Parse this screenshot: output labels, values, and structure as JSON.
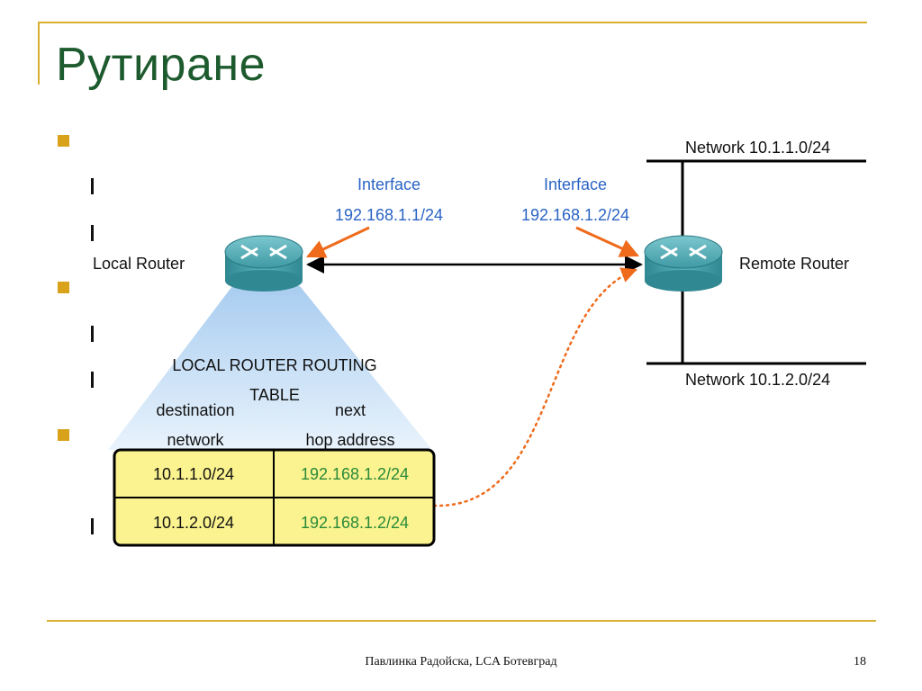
{
  "slide": {
    "title": "Рутиране",
    "footer": "Павлинка Радойска, LCA Ботевград",
    "page_number": "18"
  },
  "diagram": {
    "local_router_label": "Local Router",
    "remote_router_label": "Remote Router",
    "local_interface": {
      "label": "Interface",
      "address": "192.168.1.1/24"
    },
    "remote_interface": {
      "label": "Interface",
      "address": "192.168.1.2/24"
    },
    "network_top": "Network 10.1.1.0/24",
    "network_bottom": "Network 10.1.2.0/24",
    "routing_table": {
      "title_line1": "LOCAL ROUTER ROUTING",
      "title_line2": "TABLE",
      "headers": {
        "destination_line1": "destination",
        "destination_line2": "network",
        "next_line1": "next",
        "next_line2": "hop address"
      },
      "rows": [
        {
          "destination": "10.1.1.0/24",
          "next_hop": "192.168.1.2/24"
        },
        {
          "destination": "10.1.2.0/24",
          "next_hop": "192.168.1.2/24"
        }
      ]
    },
    "colors": {
      "interface_text": "#2a64c4",
      "arrow_orange": "#ef6a1a",
      "table_fill": "#fbf38f",
      "next_hop_text": "#2a8a3a",
      "router_body": "#3f9aa4",
      "beam": "#b8d6f2",
      "accent": "#d8a21a",
      "title": "#1d5a2e"
    }
  }
}
